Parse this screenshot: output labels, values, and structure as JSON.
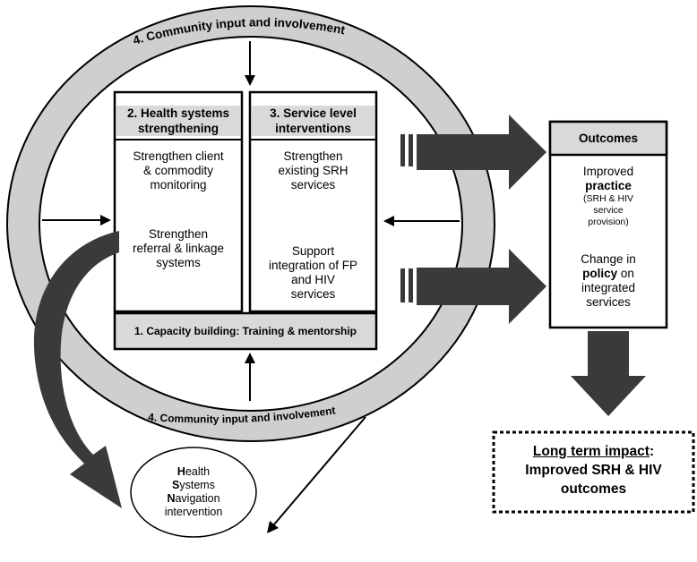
{
  "ring": {
    "top_label": "4. Community input and involvement",
    "bottom_label": "4. Community input and involvement"
  },
  "health_systems": {
    "header_line1": "2. Health systems",
    "header_line2": "strengthening",
    "item1": [
      "Strengthen client",
      "& commodity",
      "monitoring"
    ],
    "item2": [
      "Strengthen",
      "referral & linkage",
      "systems"
    ]
  },
  "service_level": {
    "header_line1": "3. Service level",
    "header_line2": "interventions",
    "item1": [
      "Strengthen",
      "existing SRH",
      "services"
    ],
    "item2": [
      "Support",
      "integration of FP",
      "and HIV",
      "services"
    ]
  },
  "capacity_building": "1. Capacity building: Training & mentorship",
  "outcomes": {
    "header": "Outcomes",
    "practice_line1": "Improved",
    "practice_bold": "practice",
    "practice_sub1": "(SRH & HIV",
    "practice_sub2": "service",
    "practice_sub3": "provision)",
    "policy_line1": "Change in",
    "policy_bold": "policy",
    "policy_after": " on",
    "policy_line3": "integrated",
    "policy_line4": "services"
  },
  "impact": {
    "title": "Long term impact",
    "colon": ":",
    "line2": "Improved SRH & HIV",
    "line3": "outcomes"
  },
  "navigation": {
    "line1_initial": "H",
    "line1_rest": "ealth",
    "line2_initial": "S",
    "line2_rest": "ystems",
    "line3_initial": "N",
    "line3_rest": "avigation",
    "line4": "intervention"
  },
  "colors": {
    "ring_fill": "#cfcfcf",
    "header_fill": "#d9d9d9",
    "arrow_fill": "#3a3a3a",
    "line": "#000000"
  }
}
